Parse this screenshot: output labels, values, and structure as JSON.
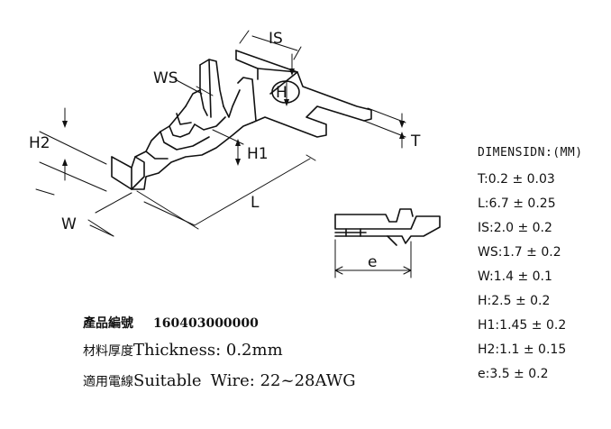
{
  "drawing": {
    "labels": {
      "IS": "IS",
      "WS": "WS",
      "H": "H",
      "H2": "H2",
      "H1": "H1",
      "T": "T",
      "L": "L",
      "W": "W",
      "e": "e"
    }
  },
  "dimensions": {
    "title": "DIMENSIDN:(MM)",
    "items": [
      {
        "label": "T:",
        "value": "0.2 ± 0.03"
      },
      {
        "label": "L:",
        "value": "6.7 ± 0.25"
      },
      {
        "label": "IS:",
        "value": "2.0 ± 0.2"
      },
      {
        "label": "WS:",
        "value": "1.7 ± 0.2"
      },
      {
        "label": "W:",
        "value": "1.4 ± 0.1"
      },
      {
        "label": "H:",
        "value": "2.5 ± 0.2"
      },
      {
        "label": "H1:",
        "value": "1.45 ± 0.2"
      },
      {
        "label": "H2:",
        "value": "1.1 ± 0.15"
      },
      {
        "label": "e:",
        "value": "3.5 ± 0.2"
      }
    ]
  },
  "info": {
    "part_label": "產品編號",
    "part_number": "160403000000",
    "thickness_label_cn": "材料厚度",
    "thickness_label_en": "Thickness:",
    "thickness_value": "0.2mm",
    "wire_label_cn": "適用電線",
    "wire_label_en": "Suitable",
    "wire_label_en2": "Wire:",
    "wire_value": "22~28AWG"
  }
}
